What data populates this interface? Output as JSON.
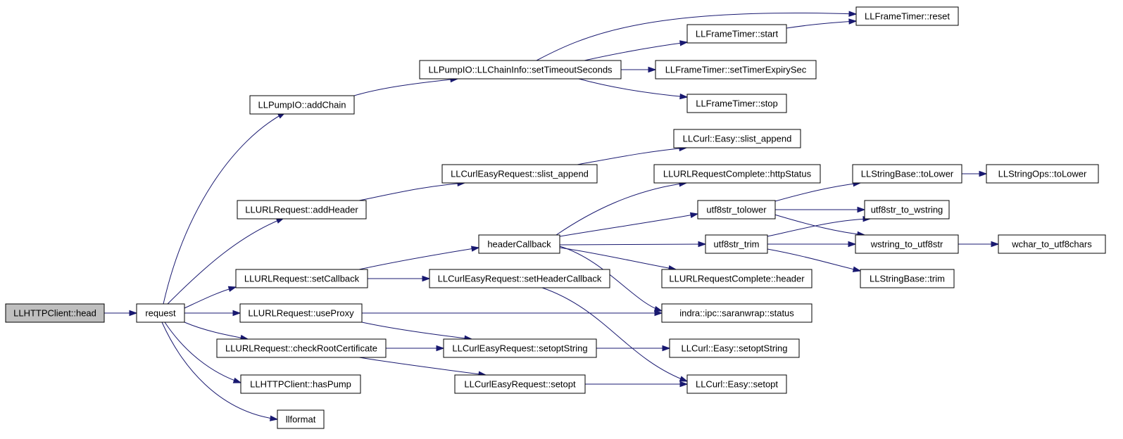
{
  "colors": {
    "edge": "#191970",
    "root_fill": "#bfbfbf",
    "node_fill": "#ffffff",
    "border": "#000000"
  },
  "nodes": [
    {
      "id": "head",
      "label": "LLHTTPClient::head",
      "root": true
    },
    {
      "id": "request",
      "label": "request"
    },
    {
      "id": "addChain",
      "label": "LLPumpIO::addChain"
    },
    {
      "id": "setTimeoutSeconds",
      "label": "LLPumpIO::LLChainInfo::setTimeoutSeconds"
    },
    {
      "id": "ftReset",
      "label": "LLFrameTimer::reset"
    },
    {
      "id": "ftStart",
      "label": "LLFrameTimer::start"
    },
    {
      "id": "ftSetTimerExpirySec",
      "label": "LLFrameTimer::setTimerExpirySec"
    },
    {
      "id": "ftStop",
      "label": "LLFrameTimer::stop"
    },
    {
      "id": "easySlistAppend",
      "label": "LLCurl::Easy::slist_append"
    },
    {
      "id": "cerSlistAppend",
      "label": "LLCurlEasyRequest::slist_append"
    },
    {
      "id": "addHeader",
      "label": "LLURLRequest::addHeader"
    },
    {
      "id": "httpStatus",
      "label": "LLURLRequestComplete::httpStatus"
    },
    {
      "id": "toLower",
      "label": "LLStringBase::toLower"
    },
    {
      "id": "opsToLower",
      "label": "LLStringOps::toLower"
    },
    {
      "id": "utf8strTolower",
      "label": "utf8str_tolower"
    },
    {
      "id": "utf8strToWstring",
      "label": "utf8str_to_wstring"
    },
    {
      "id": "headerCallback",
      "label": "headerCallback"
    },
    {
      "id": "utf8strTrim",
      "label": "utf8str_trim"
    },
    {
      "id": "wstringToUtf8str",
      "label": "wstring_to_utf8str"
    },
    {
      "id": "wcharToUtf8chars",
      "label": "wchar_to_utf8chars"
    },
    {
      "id": "setCallback",
      "label": "LLURLRequest::setCallback"
    },
    {
      "id": "setHeaderCallback",
      "label": "LLCurlEasyRequest::setHeaderCallback"
    },
    {
      "id": "rcHeader",
      "label": "LLURLRequestComplete::header"
    },
    {
      "id": "sbTrim",
      "label": "LLStringBase::trim"
    },
    {
      "id": "useProxy",
      "label": "LLURLRequest::useProxy"
    },
    {
      "id": "saranStatus",
      "label": "indra::ipc::saranwrap::status"
    },
    {
      "id": "checkRootCert",
      "label": "LLURLRequest::checkRootCertificate"
    },
    {
      "id": "cerSetoptString",
      "label": "LLCurlEasyRequest::setoptString"
    },
    {
      "id": "easySetoptString",
      "label": "LLCurl::Easy::setoptString"
    },
    {
      "id": "hasPump",
      "label": "LLHTTPClient::hasPump"
    },
    {
      "id": "cerSetopt",
      "label": "LLCurlEasyRequest::setopt"
    },
    {
      "id": "easySetopt",
      "label": "LLCurl::Easy::setopt"
    },
    {
      "id": "llformat",
      "label": "llformat"
    }
  ],
  "edges": [
    {
      "from": "head",
      "to": "request"
    },
    {
      "from": "request",
      "to": "addChain"
    },
    {
      "from": "request",
      "to": "addHeader"
    },
    {
      "from": "request",
      "to": "setCallback"
    },
    {
      "from": "request",
      "to": "useProxy"
    },
    {
      "from": "request",
      "to": "checkRootCert"
    },
    {
      "from": "request",
      "to": "hasPump"
    },
    {
      "from": "request",
      "to": "llformat"
    },
    {
      "from": "addChain",
      "to": "setTimeoutSeconds"
    },
    {
      "from": "setTimeoutSeconds",
      "to": "ftReset"
    },
    {
      "from": "setTimeoutSeconds",
      "to": "ftStart"
    },
    {
      "from": "setTimeoutSeconds",
      "to": "ftSetTimerExpirySec"
    },
    {
      "from": "setTimeoutSeconds",
      "to": "ftStop"
    },
    {
      "from": "ftStart",
      "to": "ftReset"
    },
    {
      "from": "addHeader",
      "to": "cerSlistAppend"
    },
    {
      "from": "cerSlistAppend",
      "to": "easySlistAppend"
    },
    {
      "from": "setCallback",
      "to": "headerCallback"
    },
    {
      "from": "setCallback",
      "to": "setHeaderCallback"
    },
    {
      "from": "headerCallback",
      "to": "httpStatus"
    },
    {
      "from": "headerCallback",
      "to": "utf8strTolower"
    },
    {
      "from": "headerCallback",
      "to": "utf8strTrim"
    },
    {
      "from": "headerCallback",
      "to": "rcHeader"
    },
    {
      "from": "headerCallback",
      "to": "saranStatus"
    },
    {
      "from": "utf8strTolower",
      "to": "toLower"
    },
    {
      "from": "utf8strTolower",
      "to": "utf8strToWstring"
    },
    {
      "from": "utf8strTolower",
      "to": "wstringToUtf8str"
    },
    {
      "from": "toLower",
      "to": "opsToLower"
    },
    {
      "from": "utf8strTrim",
      "to": "utf8strToWstring"
    },
    {
      "from": "utf8strTrim",
      "to": "wstringToUtf8str"
    },
    {
      "from": "utf8strTrim",
      "to": "sbTrim"
    },
    {
      "from": "wstringToUtf8str",
      "to": "wcharToUtf8chars"
    },
    {
      "from": "setHeaderCallback",
      "to": "easySetopt"
    },
    {
      "from": "useProxy",
      "to": "saranStatus"
    },
    {
      "from": "useProxy",
      "to": "cerSetoptString"
    },
    {
      "from": "checkRootCert",
      "to": "cerSetoptString"
    },
    {
      "from": "checkRootCert",
      "to": "cerSetopt"
    },
    {
      "from": "cerSetoptString",
      "to": "easySetoptString"
    },
    {
      "from": "cerSetopt",
      "to": "easySetopt"
    }
  ]
}
